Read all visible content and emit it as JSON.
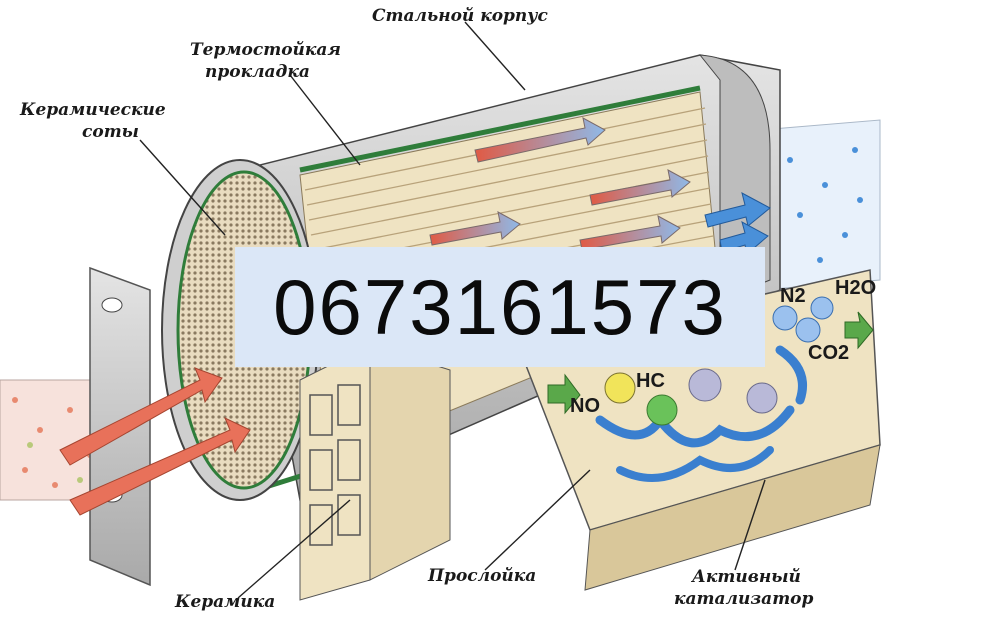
{
  "labels": {
    "steel_casing": "Стальной корпус",
    "heat_gasket_line1": "Термостойкая",
    "heat_gasket_line2": "прокладка",
    "ceramic_honeycomb_line1": "Керамические",
    "ceramic_honeycomb_line2": "соты",
    "interlayer": "Прослойка",
    "active_catalyst_line1": "Активный",
    "active_catalyst_line2": "катализатор",
    "ceramics": "Керамика"
  },
  "phone_number": "0673161573",
  "molecules": {
    "n2": "N2",
    "h2o": "H2O",
    "co2": "CO2",
    "hc": "HC",
    "no": "NO"
  },
  "colors": {
    "casing": "#c8c8c8",
    "ceramic": "#efe3c2",
    "gasket": "#2f7d3a",
    "hot_flow": "#e8715a",
    "clean_flow": "#4a90d9",
    "phone_bg": "#dbe7f7"
  }
}
